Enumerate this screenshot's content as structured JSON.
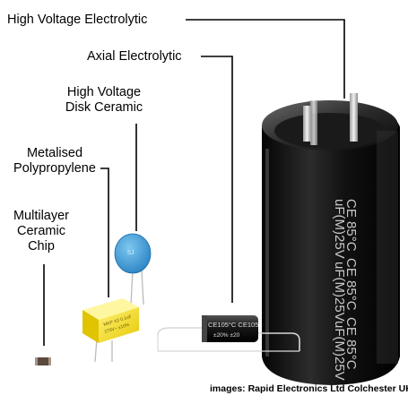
{
  "labels": {
    "high_voltage_electrolytic": "High Voltage Electrolytic",
    "axial_electrolytic": "Axial Electrolytic",
    "hv_disk_ceramic": [
      "High Voltage",
      "Disk Ceramic"
    ],
    "metalised_polypropylene": [
      "Metalised",
      "Polypropylene"
    ],
    "multilayer_ceramic_chip": [
      "Multilayer",
      "Ceramic",
      "Chip"
    ]
  },
  "credit": "images: Rapid Electronics Ltd Colchester UK"
}
